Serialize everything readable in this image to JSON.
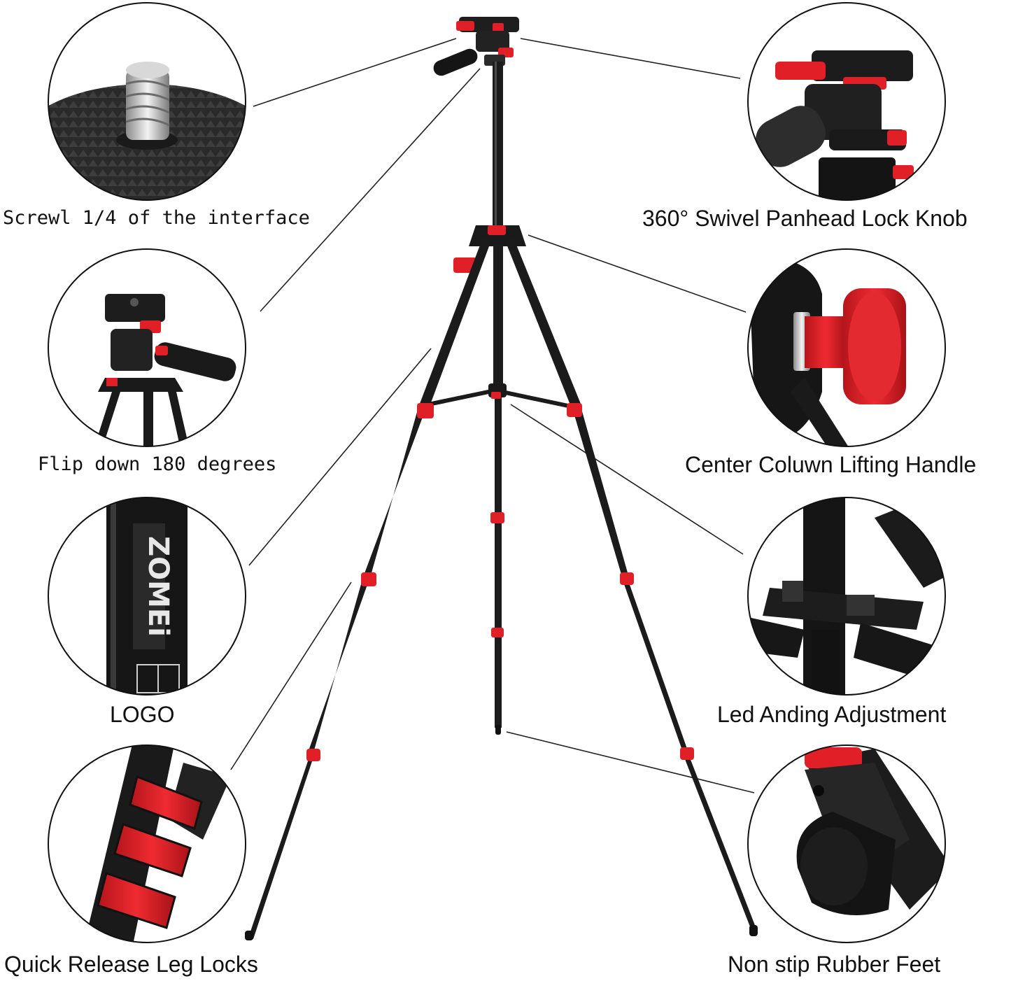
{
  "labels": {
    "screw": "Screwl 1/4 of the interface",
    "flip": "Flip down 180 degrees",
    "logo": "LOGO",
    "leg_locks": "Quick Release Leg Locks",
    "swivel": "360°  Swivel Panhead Lock Knob",
    "center_column": "Center Coluwn Lifting Handle",
    "leg_angle": "Led Anding Adjustment",
    "feet": "Non stip Rubber Feet"
  },
  "brand_mark": "ZOMEi",
  "colors": {
    "accent_red": "#e01f26",
    "tripod_black": "#1a1a1a",
    "text": "#111111",
    "background": "#ffffff"
  }
}
